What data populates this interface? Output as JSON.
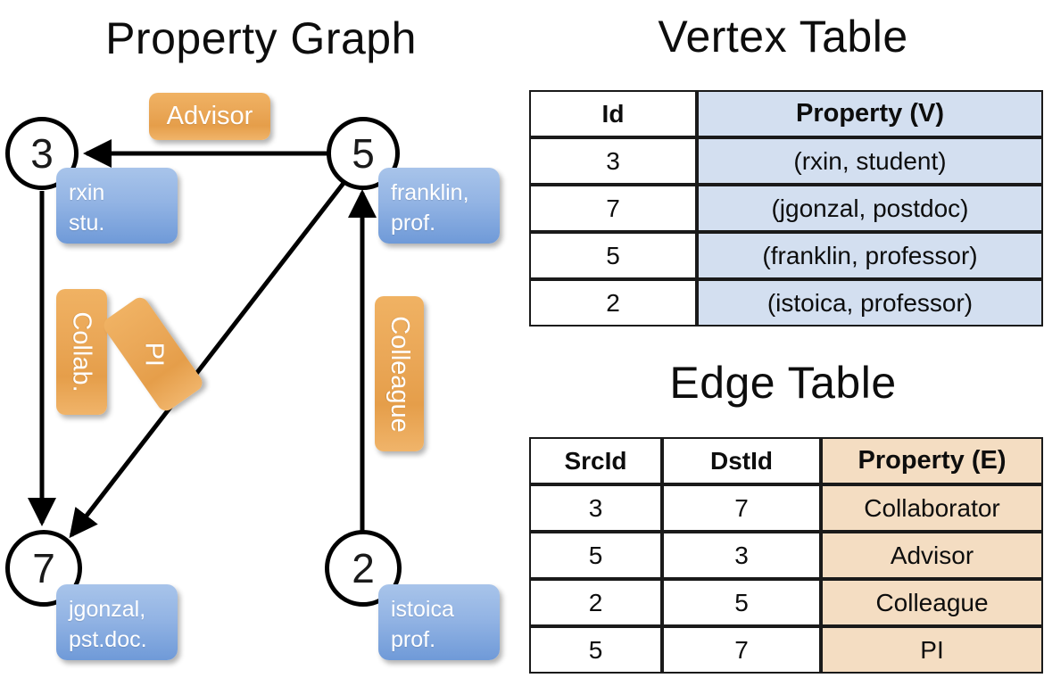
{
  "titles": {
    "property_graph": "Property Graph",
    "vertex_table": "Vertex Table",
    "edge_table": "Edge Table"
  },
  "graph": {
    "nodes": [
      {
        "id": "3",
        "prop_line1": "rxin",
        "prop_line2": "stu."
      },
      {
        "id": "5",
        "prop_line1": "franklin,",
        "prop_line2": "prof."
      },
      {
        "id": "7",
        "prop_line1": "jgonzal,",
        "prop_line2": "pst.doc."
      },
      {
        "id": "2",
        "prop_line1": "istoica",
        "prop_line2": "prof."
      }
    ],
    "edge_labels": {
      "advisor": "Advisor",
      "collab": "Collab.",
      "pi": "PI",
      "colleague": "Colleague"
    }
  },
  "vertex_table": {
    "headers": [
      "Id",
      "Property (V)"
    ],
    "rows": [
      [
        "3",
        "(rxin, student)"
      ],
      [
        "7",
        "(jgonzal, postdoc)"
      ],
      [
        "5",
        "(franklin, professor)"
      ],
      [
        "2",
        "(istoica, professor)"
      ]
    ]
  },
  "edge_table": {
    "headers": [
      "SrcId",
      "DstId",
      "Property (E)"
    ],
    "rows": [
      [
        "3",
        "7",
        "Collaborator"
      ],
      [
        "5",
        "3",
        "Advisor"
      ],
      [
        "2",
        "5",
        "Colleague"
      ],
      [
        "5",
        "7",
        "PI"
      ]
    ]
  },
  "colors": {
    "vertex_property_fill": "#d3dff0",
    "edge_property_fill": "#f4ddc2",
    "node_box_blue": "#8fb2e3",
    "edge_label_orange": "#eaa757",
    "stroke": "#000000"
  }
}
